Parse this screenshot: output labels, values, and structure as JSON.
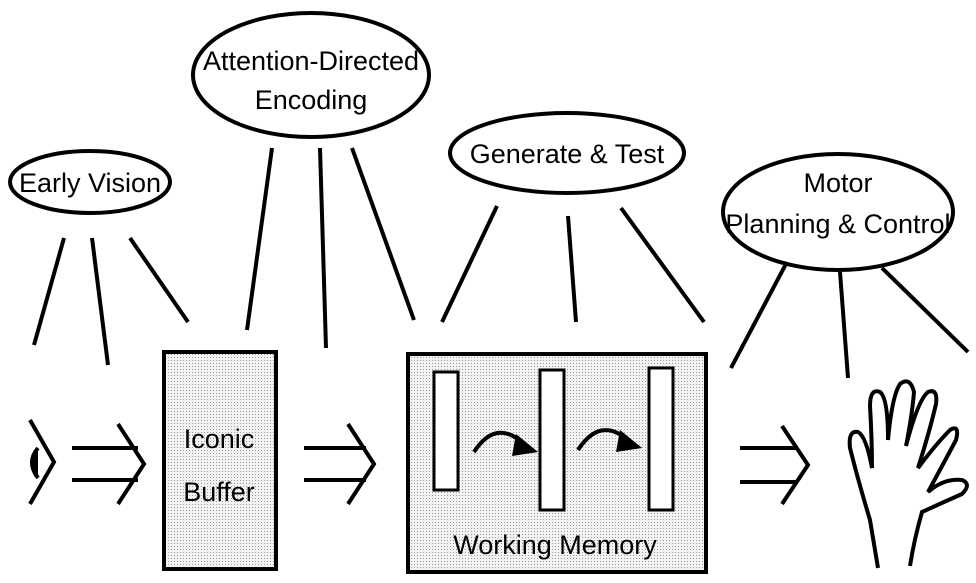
{
  "ellipses": {
    "early_vision": {
      "line1": "Early Vision"
    },
    "attention": {
      "line1": "Attention-Directed",
      "line2": "Encoding"
    },
    "generate_test": {
      "line1": "Generate & Test"
    },
    "motor": {
      "line1": "Motor",
      "line2": "Planning & Control"
    }
  },
  "boxes": {
    "iconic_buffer": {
      "line1": "Iconic",
      "line2": "Buffer"
    },
    "working_memory": {
      "label": "Working Memory"
    }
  },
  "colors": {
    "box_fill": "#e6e6e6",
    "ink": "#000000",
    "background": "#ffffff"
  }
}
